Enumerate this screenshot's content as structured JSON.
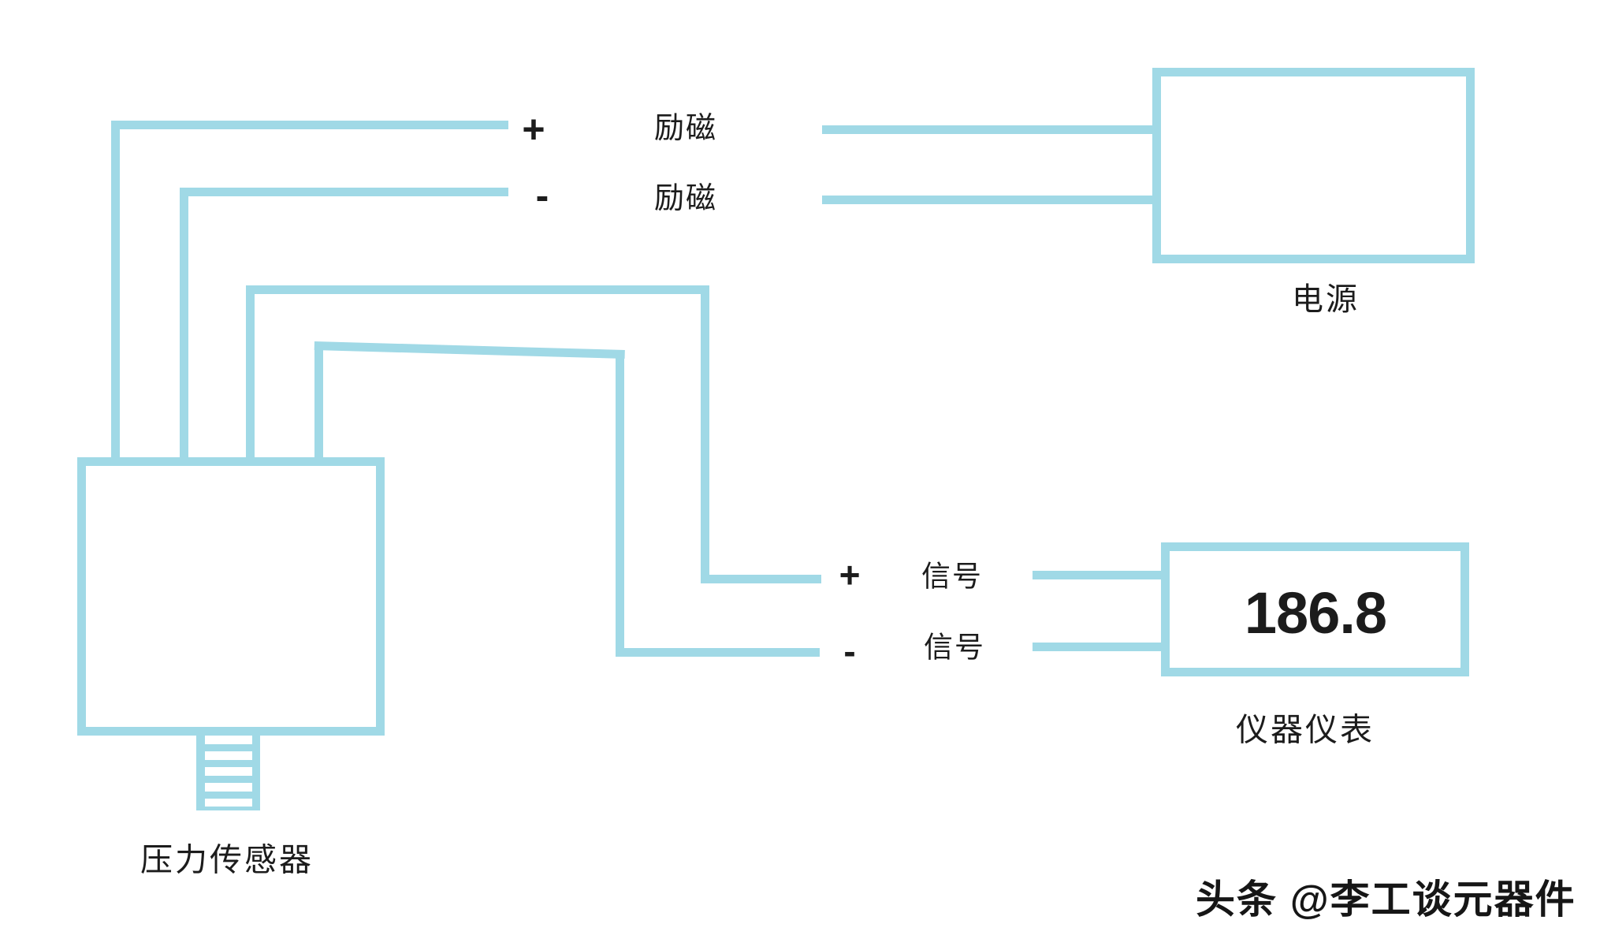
{
  "diagram": {
    "background": "#ffffff",
    "wire_color": "#a0d9e6",
    "text_color": "#1c1c1c",
    "sensor": {
      "label": "压力传感器"
    },
    "power_supply": {
      "label": "电源"
    },
    "meter": {
      "reading": "186.8",
      "label": "仪器仪表"
    },
    "terminals": {
      "excitation_plus": {
        "sign": "+",
        "label": "励磁"
      },
      "excitation_minus": {
        "sign": "-",
        "label": "励磁"
      },
      "signal_plus": {
        "sign": "+",
        "label": "信号"
      },
      "signal_minus": {
        "sign": "-",
        "label": "信号"
      }
    },
    "watermark": "头条 @李工谈元器件"
  }
}
